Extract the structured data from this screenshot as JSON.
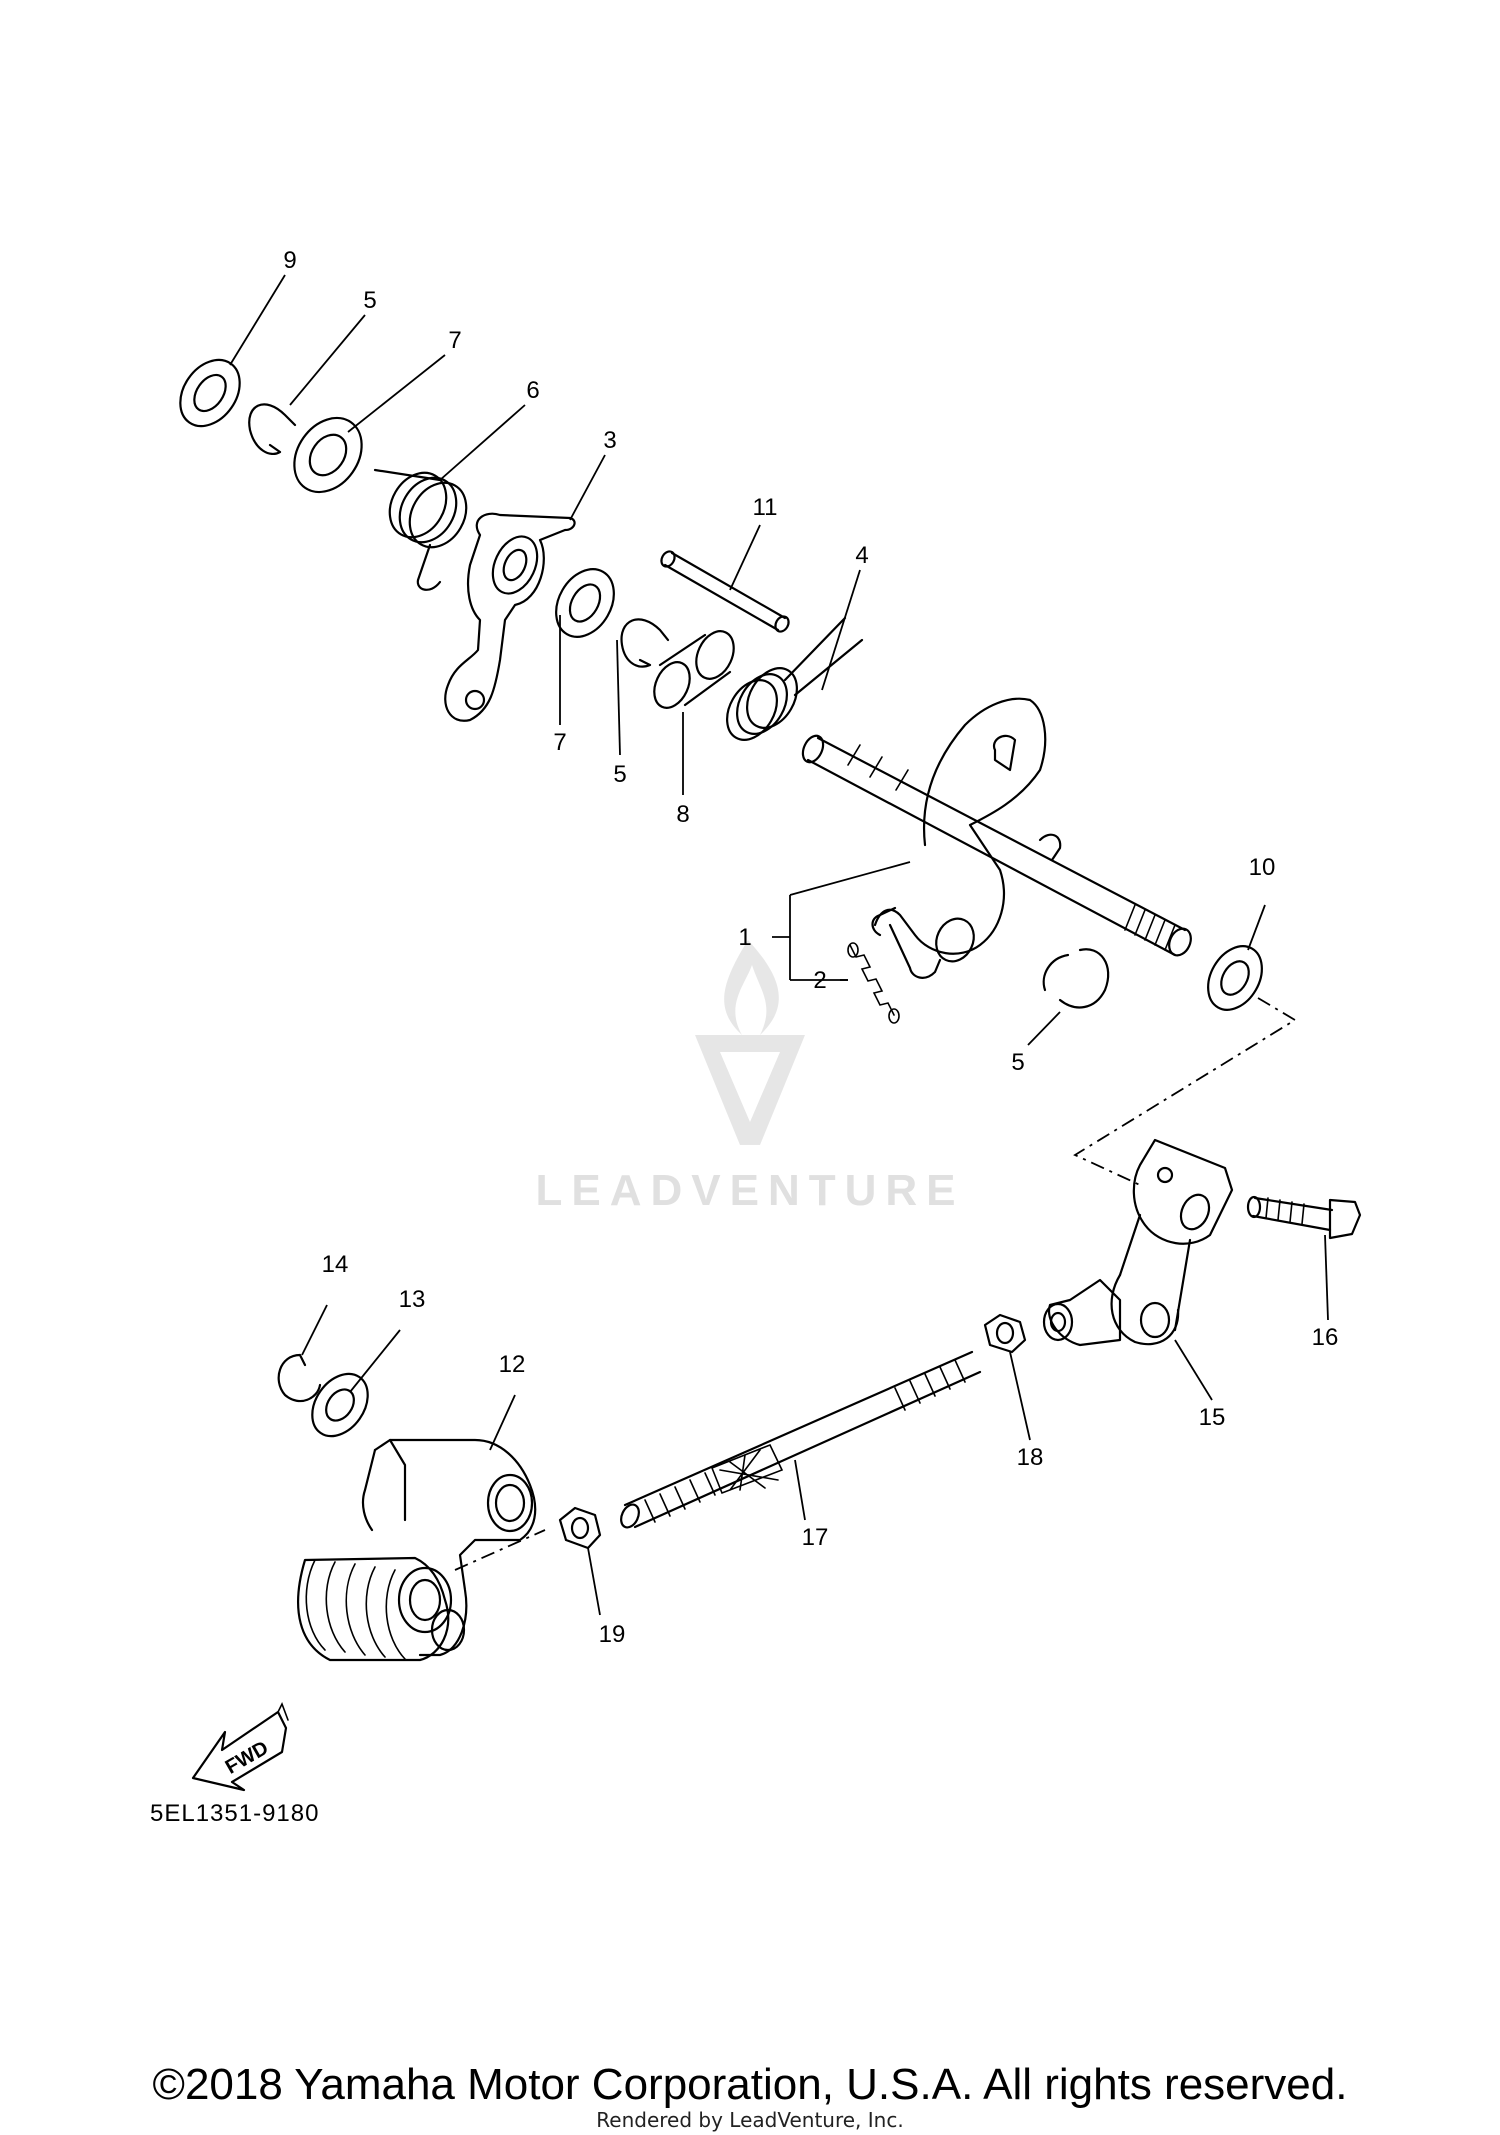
{
  "diagram": {
    "code": "5EL1351-9180",
    "fwd_label": "FWD",
    "watermark": "LEADVENTURE",
    "copyright": "©2018 Yamaha Motor Corporation, U.S.A. All rights reserved.",
    "rendered_by": "Rendered by LeadVenture, Inc."
  },
  "callouts": [
    {
      "id": "c9",
      "label": "9"
    },
    {
      "id": "c5a",
      "label": "5"
    },
    {
      "id": "c7a",
      "label": "7"
    },
    {
      "id": "c6",
      "label": "6"
    },
    {
      "id": "c3",
      "label": "3"
    },
    {
      "id": "c11",
      "label": "11"
    },
    {
      "id": "c4",
      "label": "4"
    },
    {
      "id": "c7b",
      "label": "7"
    },
    {
      "id": "c5b",
      "label": "5"
    },
    {
      "id": "c8",
      "label": "8"
    },
    {
      "id": "c10",
      "label": "10"
    },
    {
      "id": "c1",
      "label": "1"
    },
    {
      "id": "c2",
      "label": "2"
    },
    {
      "id": "c5c",
      "label": "5"
    },
    {
      "id": "c14",
      "label": "14"
    },
    {
      "id": "c13",
      "label": "13"
    },
    {
      "id": "c12",
      "label": "12"
    },
    {
      "id": "c16",
      "label": "16"
    },
    {
      "id": "c15",
      "label": "15"
    },
    {
      "id": "c18",
      "label": "18"
    },
    {
      "id": "c17",
      "label": "17"
    },
    {
      "id": "c19",
      "label": "19"
    }
  ]
}
